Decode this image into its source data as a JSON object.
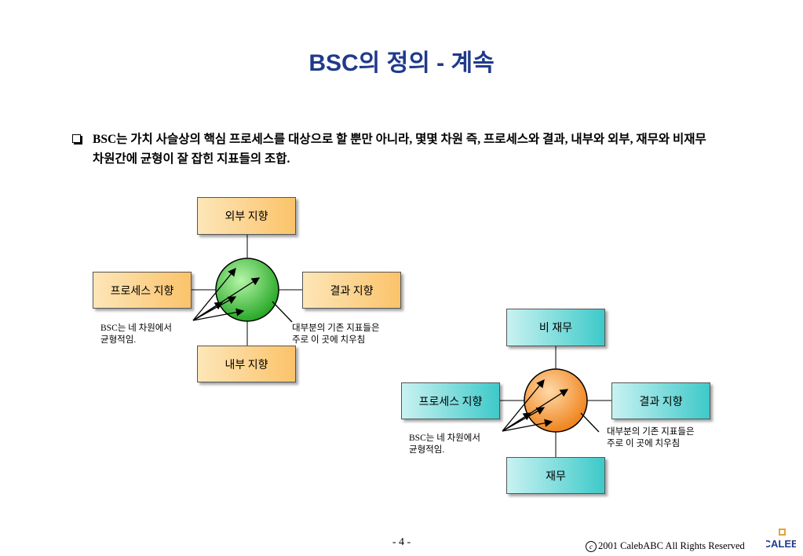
{
  "title": "BSC의 정의 - 계속",
  "bullet": "BSC는 가치 사슬상의 핵심 프로세스를 대상으로 할 뿐만 아니라, 몇몇 차원 즉, 프로세스와 결과, 내부와 외부, 재무와 비재무 차원간에 균형이 잘 잡힌 지표들의 조합.",
  "diagram1": {
    "top": "외부 지향",
    "left": "프로세스 지향",
    "right": "결과 지향",
    "bottom": "내부 지향",
    "note_left": [
      "BSC는 네 차원에서",
      "균형적임."
    ],
    "note_right": [
      "대부분의 기존 지표들은",
      "주로 이 곳에 치우침"
    ],
    "circle_color": "#33cc33"
  },
  "diagram2": {
    "top": "비 재무",
    "left": "프로세스 지향",
    "right": "결과 지향",
    "bottom": "재무",
    "note_left": [
      "BSC는 네 차원에서",
      "균형적임."
    ],
    "note_right": [
      "대부분의 기존 지표들은",
      "주로 이 곳에 치우침"
    ],
    "circle_color": "#f5932d"
  },
  "footer": {
    "page": "- 4 -",
    "copyright": "2001  CalebABC All Rights Reserved",
    "copyright_symbol": "c",
    "logo": "CALEB"
  },
  "colors": {
    "title": "#1f3a8a",
    "orange_box": "#fbc36a",
    "teal_box": "#3ec9c9",
    "logo": "#1f3a8a"
  }
}
